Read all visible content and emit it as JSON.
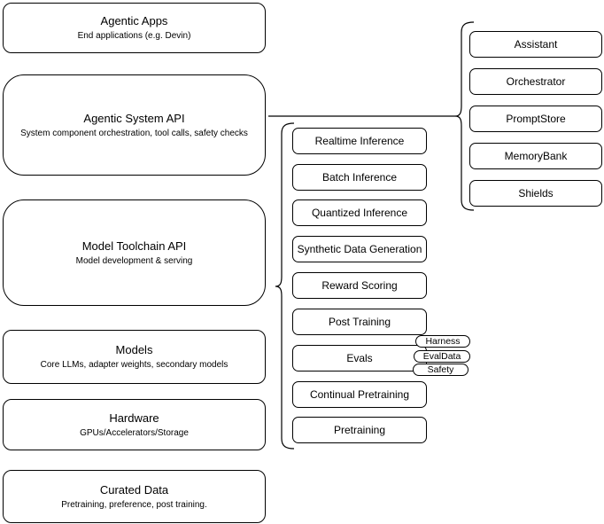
{
  "diagram": {
    "stack": [
      {
        "title": "Agentic Apps",
        "subtitle": "End applications (e.g. Devin)"
      },
      {
        "title": "Agentic System API",
        "subtitle": "System component orchestration, tool calls, safety checks"
      },
      {
        "title": "Model Toolchain API",
        "subtitle": "Model development & serving"
      },
      {
        "title": "Models",
        "subtitle": "Core LLMs, adapter weights, secondary models"
      },
      {
        "title": "Hardware",
        "subtitle": "GPUs/Accelerators/Storage"
      },
      {
        "title": "Curated Data",
        "subtitle": "Pretraining, preference, post training."
      }
    ],
    "toolchain_services": [
      "Realtime Inference",
      "Batch Inference",
      "Quantized Inference",
      "Synthetic Data Generation",
      "Reward Scoring",
      "Post Training",
      "Evals",
      "Continual Pretraining",
      "Pretraining"
    ],
    "eval_tags": [
      "Harness",
      "EvalData",
      "Safety"
    ],
    "system_components": [
      "Assistant",
      "Orchestrator",
      "PromptStore",
      "MemoryBank",
      "Shields"
    ],
    "colors": {
      "stroke": "#000000",
      "fill": "#ffffff",
      "text": "#000000",
      "background": "#ffffff"
    }
  }
}
